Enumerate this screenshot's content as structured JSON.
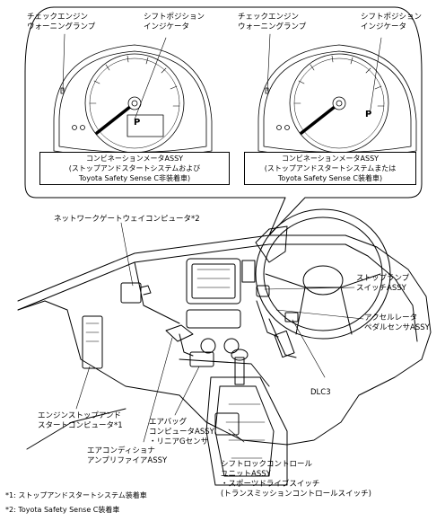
{
  "meter_left": {
    "warning_lamp": [
      "チェックエンジン",
      "ウォーニングランプ"
    ],
    "shift_indicator": [
      "シフトポジション",
      "インジケータ"
    ],
    "shift_letter": "P",
    "box": [
      "コンビネーションメータASSY",
      "(ストップアンドスタートシステムおよび",
      "Toyota Safety Sense C非装着車)"
    ]
  },
  "meter_right": {
    "warning_lamp": [
      "チェックエンジン",
      "ウォーニングランプ"
    ],
    "shift_indicator": [
      "シフトポジション",
      "インジケータ"
    ],
    "shift_letter": "P",
    "box": [
      "コンビネーションメータASSY",
      "(ストップアンドスタートシステムまたは",
      "Toyota Safety Sense C装着車)"
    ]
  },
  "labels": {
    "network_gateway": "ネットワークゲートウェイコンピュータ*2",
    "stop_lamp_switch": [
      "ストップランプ",
      "スイッチASSY"
    ],
    "accel_sensor": [
      "アクセルレータ",
      "ペダルセンサASSY"
    ],
    "dlc3": "DLC3",
    "engine_stop_start": [
      "エンジンストップアンド",
      "スタートコンピュータ*1"
    ],
    "airbag": [
      "エアバッグ",
      "コンピュータASSY",
      "・リニアGセンサ"
    ],
    "aircon_amp": [
      "エアコンディショナ",
      "アンプリファイアASSY"
    ],
    "shift_lock": [
      "シフトロックコントロール",
      "ユニットASSY",
      "・スポーツドライブスイッチ",
      "(トランスミッションコントロールスイッチ)"
    ]
  },
  "footnotes": [
    "*1: ストップアンドスタートシステム装着車",
    "*2: Toyota Safety Sense C装着車"
  ]
}
